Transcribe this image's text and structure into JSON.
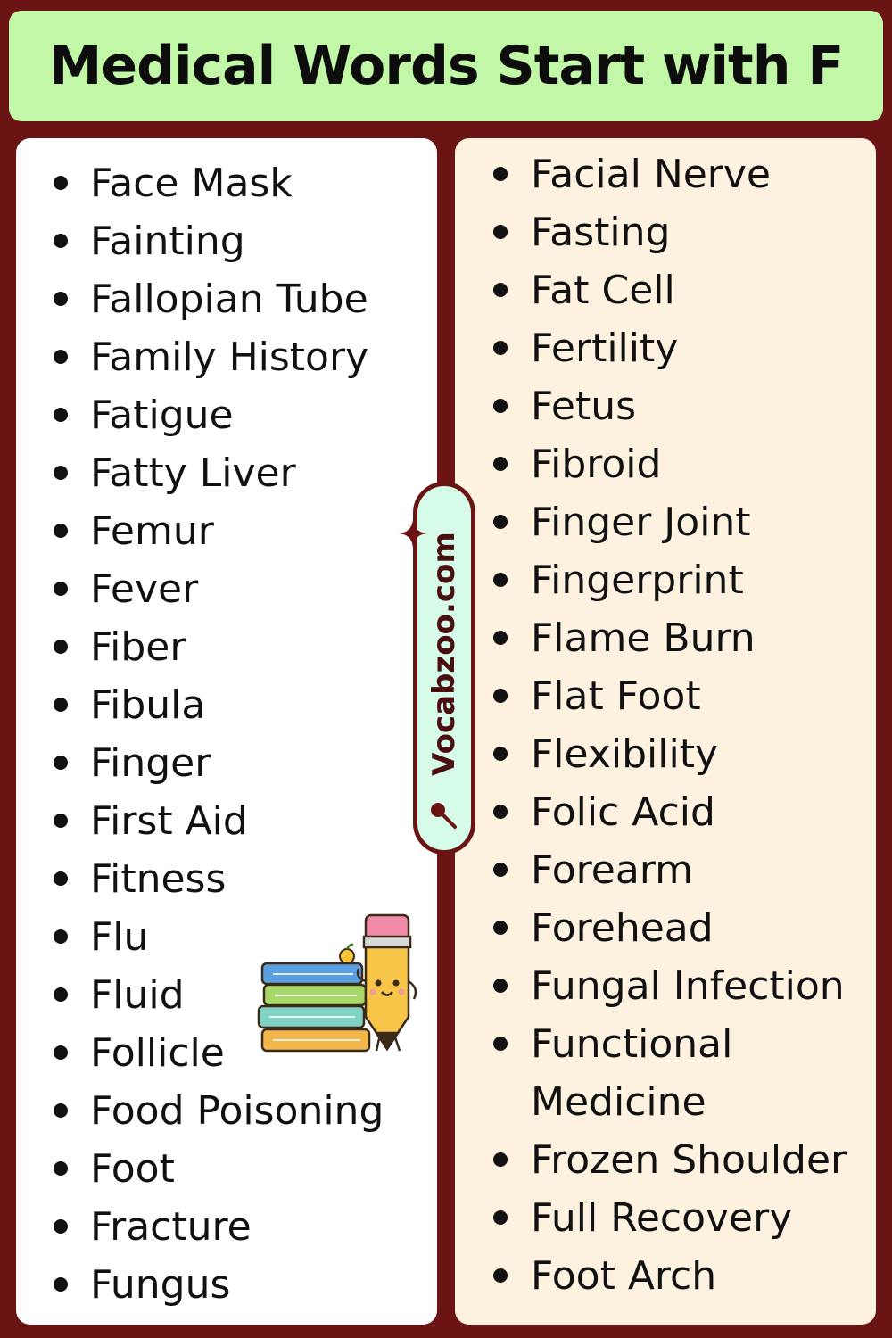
{
  "title": "Medical Words Start with F",
  "left_column": [
    "Face Mask",
    "Fainting",
    "Fallopian Tube",
    "Family History",
    "Fatigue",
    "Fatty Liver",
    "Femur",
    "Fever",
    "Fiber",
    "Fibula",
    "Finger",
    "First Aid",
    "Fitness",
    "Flu",
    "Fluid",
    "Follicle",
    "Food Poisoning",
    "Foot",
    "Fracture",
    "Fungus"
  ],
  "right_column": [
    "Facial Nerve",
    "Fasting",
    "Fat Cell",
    "Fertility",
    "Fetus",
    "Fibroid",
    "Finger Joint",
    "Fingerprint",
    "Flame Burn",
    "Flat Foot",
    "Flexibility",
    "Folic Acid",
    "Forearm",
    "Forehead",
    "Fungal Infection",
    "Functional Medicine",
    "Frozen Shoulder",
    "Full Recovery",
    "Foot Arch"
  ],
  "watermark": "Vocabzoo.com",
  "icons": {
    "sparkle": "sparkle-icon",
    "search": "search-icon",
    "illustration": "books-and-pencil-illustration"
  },
  "colors": {
    "background": "#6b1414",
    "title_bg": "#c2f7a8",
    "left_panel": "#ffffff",
    "right_panel": "#fdf1e0",
    "pill_bg": "#d7fbe9"
  }
}
